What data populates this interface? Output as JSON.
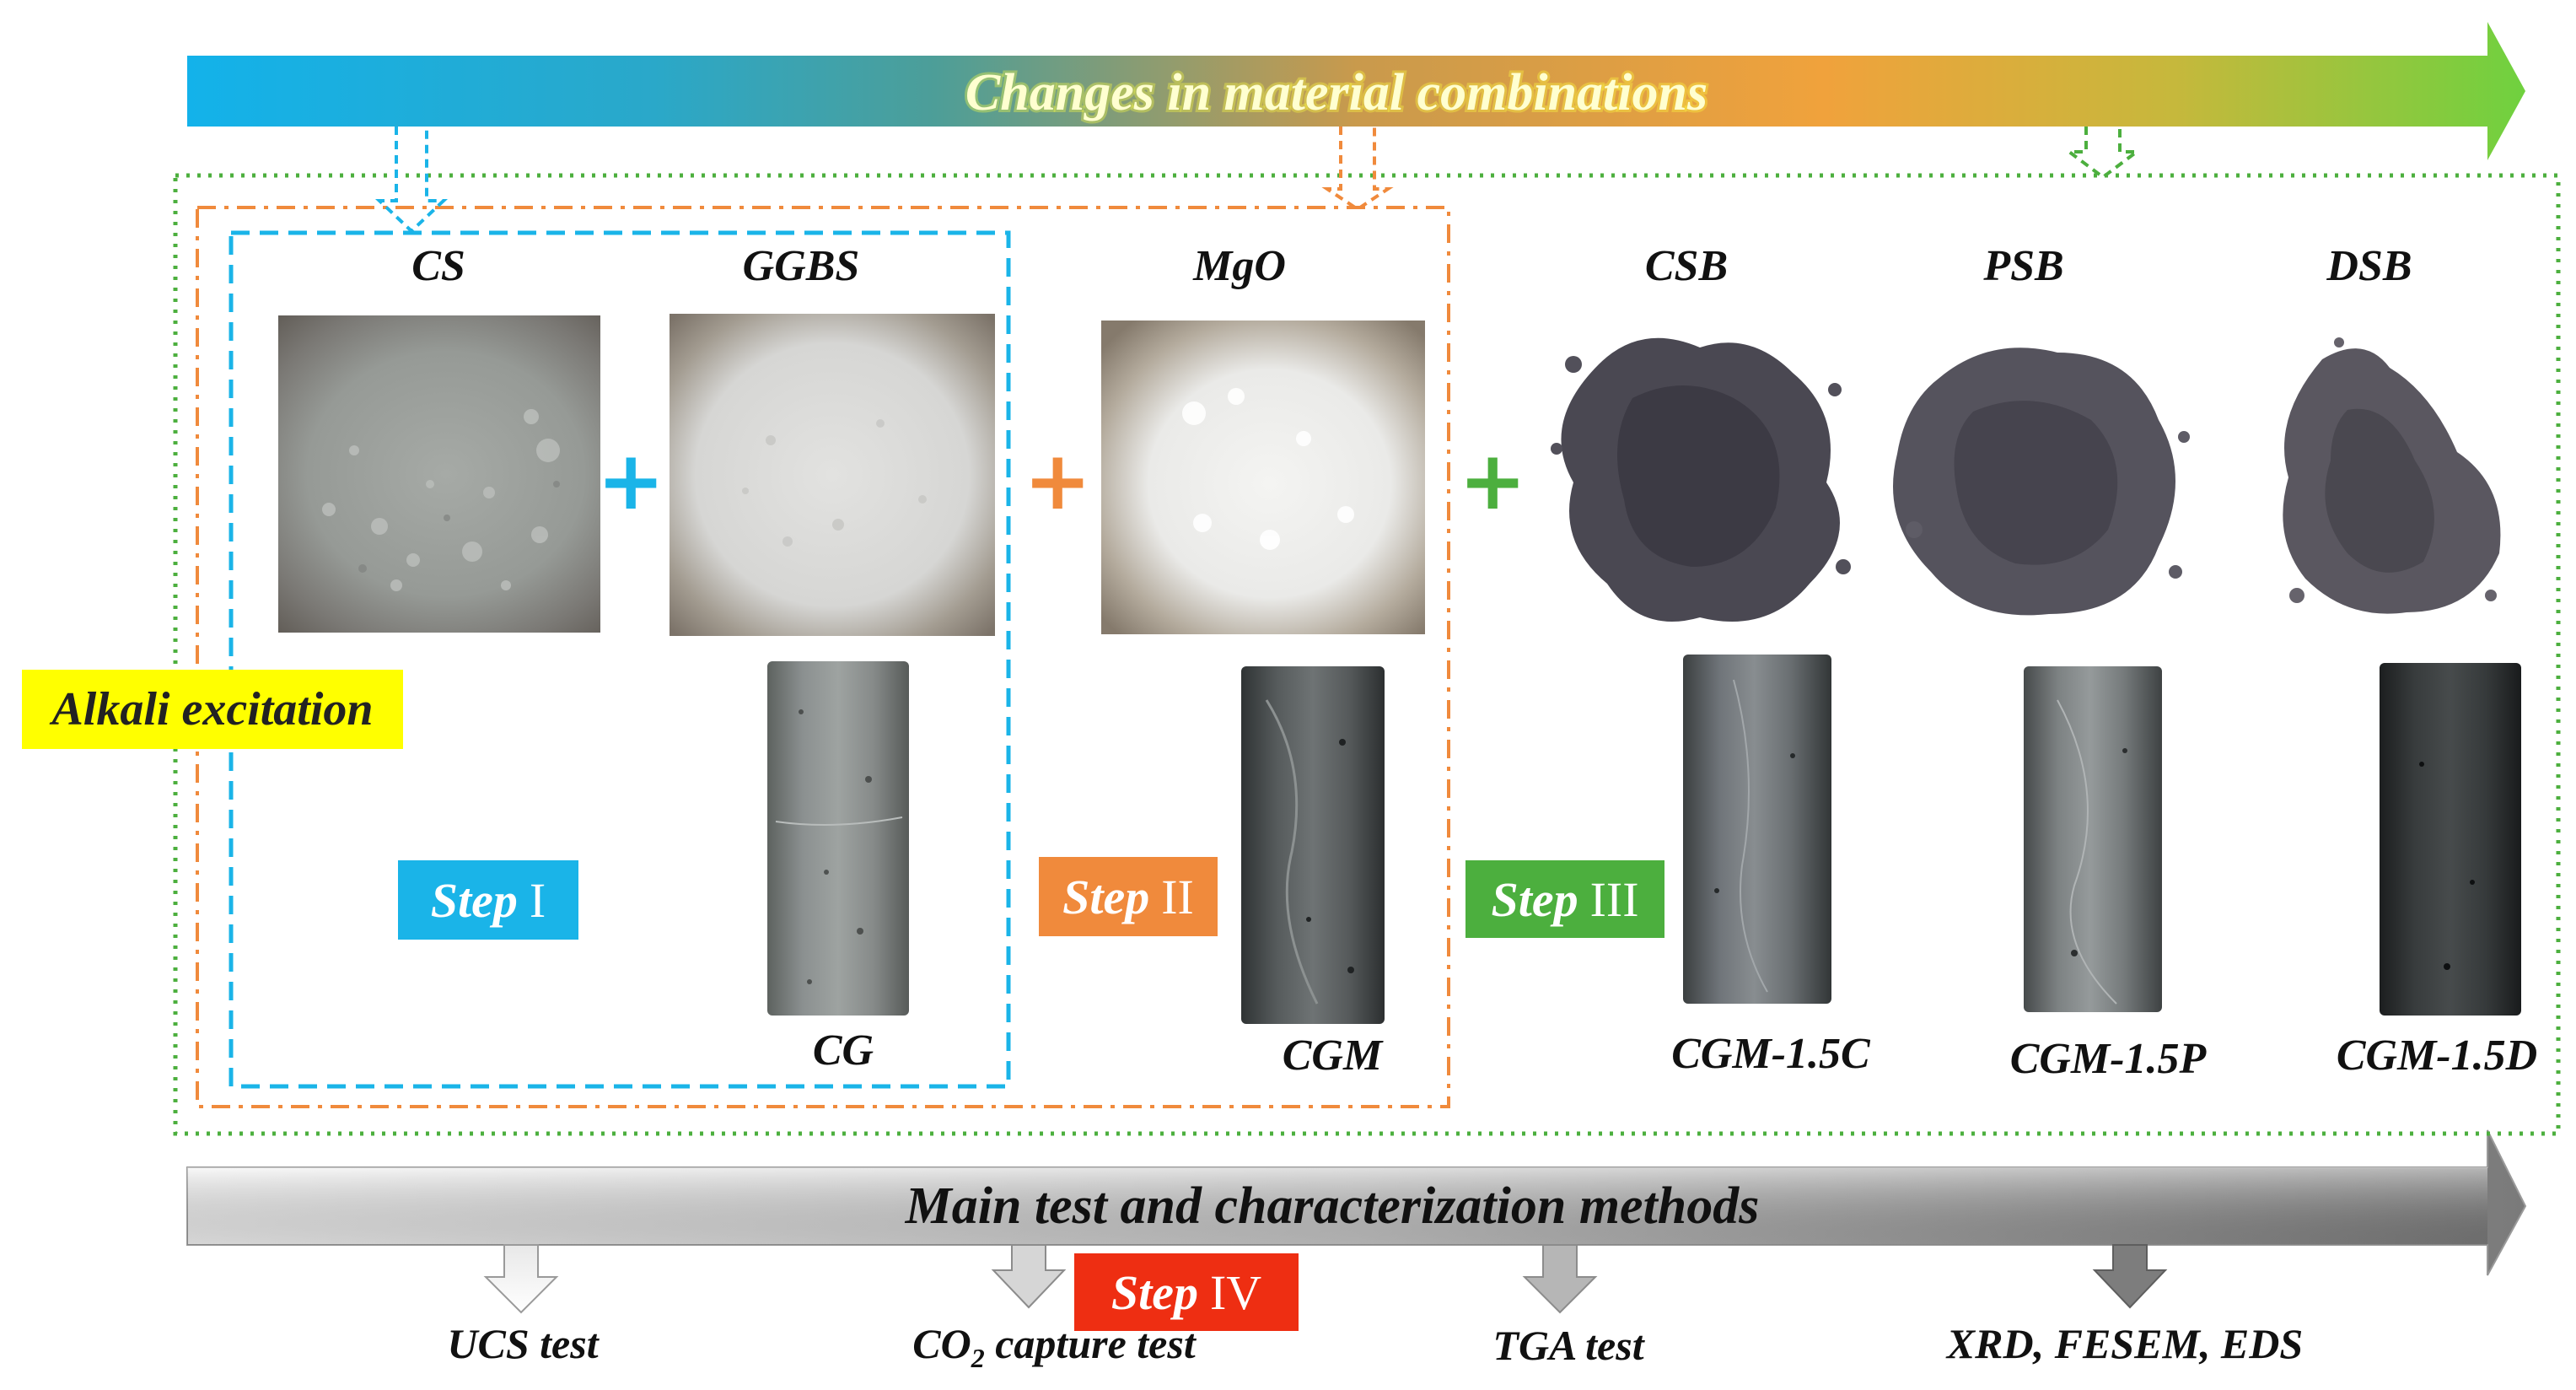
{
  "top_arrow": {
    "label": "Changes in material combinations",
    "colors": [
      "#1ab4e8",
      "#e8a83a",
      "#7acc3c"
    ]
  },
  "side_label": {
    "text": "Alkali excitation",
    "color": "#ffff00"
  },
  "materials": {
    "cs": "CS",
    "ggbs": "GGBS",
    "mgo": "MgO",
    "csb": "CSB",
    "psb": "PSB",
    "dsb": "DSB"
  },
  "specimens": {
    "cg": "CG",
    "cgm": "CGM",
    "cgm_c": "CGM-1.5C",
    "cgm_p": "CGM-1.5P",
    "cgm_d": "CGM-1.5D"
  },
  "steps": [
    {
      "word": "Step",
      "num": "I",
      "color": "#1ab4e8"
    },
    {
      "word": "Step",
      "num": "II",
      "color": "#f08a3c"
    },
    {
      "word": "Step",
      "num": "III",
      "color": "#4caf3e"
    },
    {
      "word": "Step",
      "num": "IV",
      "color": "#ee2e12"
    }
  ],
  "bottom_arrow": {
    "label": "Main test and characterization methods"
  },
  "methods": {
    "ucs": "UCS test",
    "co2_prefix": "CO",
    "co2_sub": "2",
    "co2_suffix": " capture test",
    "tga": "TGA test",
    "xrd": "XRD, FESEM, EDS"
  },
  "colors": {
    "blue": "#1ab4e8",
    "orange": "#f08a3c",
    "green": "#4caf3e"
  }
}
